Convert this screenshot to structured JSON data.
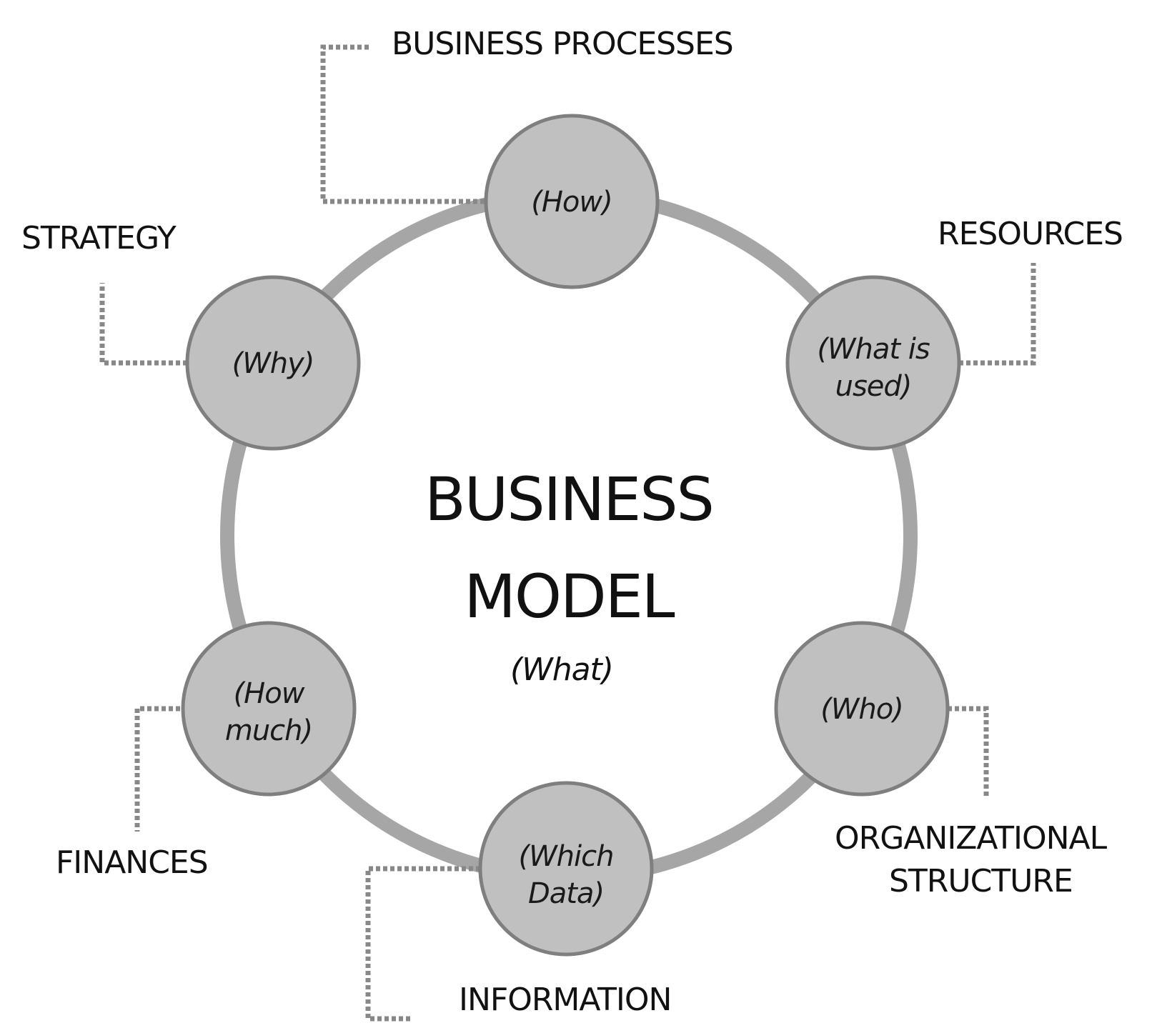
{
  "center": {
    "title_line1": "BUSINESS",
    "title_line2": "MODEL",
    "subtitle": "(What)"
  },
  "nodes": {
    "business_processes": {
      "label": "BUSINESS PROCESSES",
      "question": "(How)"
    },
    "resources": {
      "label": "RESOURCES",
      "question_line1": "(What is",
      "question_line2": "used)"
    },
    "organizational_structure": {
      "label_line1": "ORGANIZATIONAL",
      "label_line2": "STRUCTURE",
      "question": "(Who)"
    },
    "information": {
      "label": "INFORMATION",
      "question_line1": "(Which",
      "question_line2": "Data)"
    },
    "finances": {
      "label": "FINANCES",
      "question_line1": "(How",
      "question_line2": "much)"
    },
    "strategy": {
      "label": "STRATEGY",
      "question": "(Why)"
    }
  },
  "colors": {
    "ring": "#a6a6a6",
    "node_fill": "#c0c0c0",
    "node_stroke": "#7f7f7f",
    "connector": "#888888",
    "text": "#111111"
  }
}
